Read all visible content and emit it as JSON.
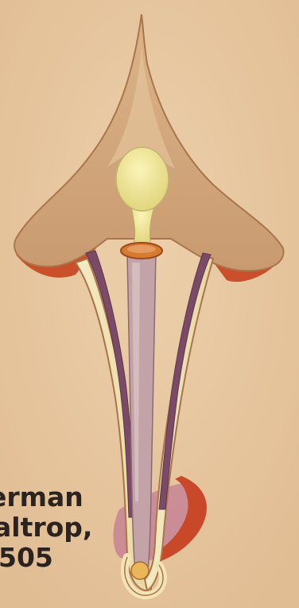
{
  "caption": {
    "line1": "erman",
    "line2": "altrop,",
    "line3": "505"
  },
  "colors": {
    "background": "#e8c9a2",
    "blade": "#d3a77d",
    "blade_edge": "#a9754c",
    "blade_shadow": "#c9572a",
    "tube_cream": "#f3e4b5",
    "strap_purple": "#7a4a66",
    "knob_yellow": "#eee59a",
    "ring_orange": "#d77a32",
    "caption_text": "#2a2320"
  }
}
